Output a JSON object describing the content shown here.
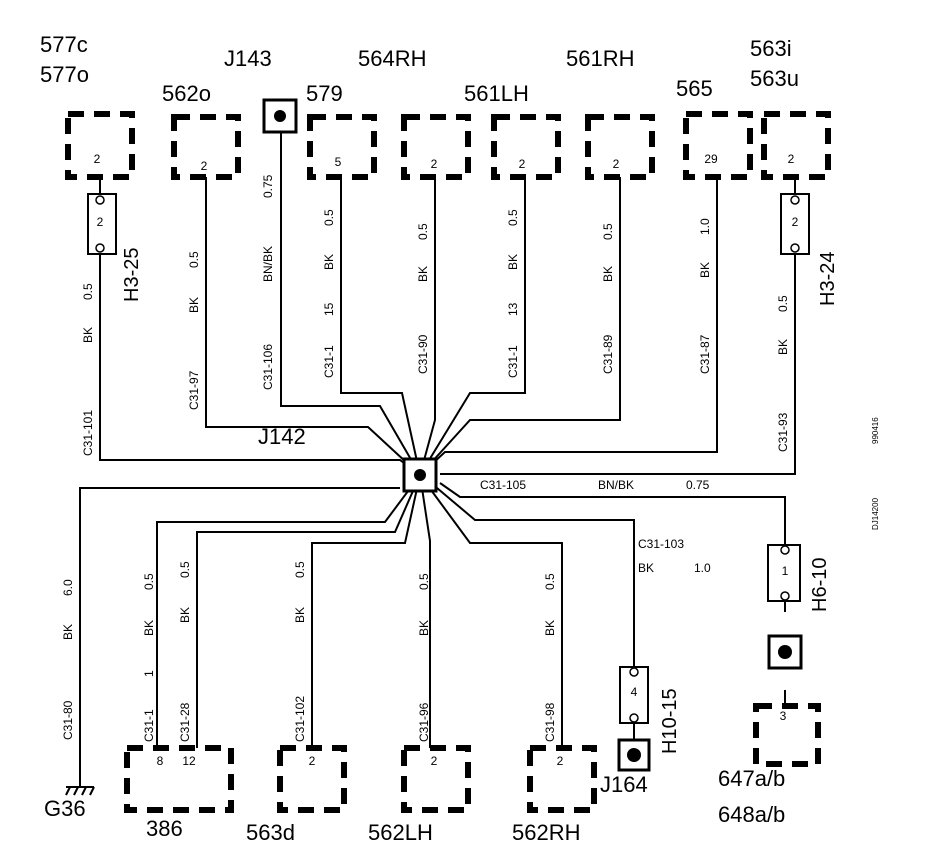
{
  "components": {
    "c577": {
      "line1": "577c",
      "line2": "577o",
      "pin": "2"
    },
    "c562o": {
      "name": "562o",
      "pin": "2"
    },
    "j143": {
      "name": "J143"
    },
    "c579": {
      "name": "579",
      "pin": "5"
    },
    "c564": {
      "name": "564RH",
      "pin": "2"
    },
    "c561lh": {
      "name": "561LH",
      "pin": "2"
    },
    "c561rh": {
      "name": "561RH",
      "pin": "2"
    },
    "c565": {
      "name": "565",
      "pin": "29"
    },
    "c563": {
      "line1": "563i",
      "line2": "563u",
      "pin": "2"
    },
    "c386": {
      "name": "386",
      "pin_a": "8",
      "pin_b": "12"
    },
    "c563d": {
      "name": "563d",
      "pin": "2"
    },
    "c562lh": {
      "name": "562LH",
      "pin": "2"
    },
    "c562rh": {
      "name": "562RH",
      "pin": "2"
    },
    "c647": {
      "line1": "647a/b",
      "line2": "648a/b",
      "pin": "3"
    },
    "j142": {
      "name": "J142"
    },
    "j164": {
      "name": "J164"
    },
    "g36": {
      "name": "G36"
    }
  },
  "fuses": {
    "h3_25": {
      "name": "H3-25",
      "pin": "2"
    },
    "h3_24": {
      "name": "H3-24",
      "pin": "2"
    },
    "h6_10": {
      "name": "H6-10",
      "pin": "1"
    },
    "h10_15": {
      "name": "H10-15",
      "pin": "4"
    }
  },
  "wires": {
    "w101": {
      "size": "0.5",
      "color": "BK",
      "circuit": "C31-101"
    },
    "w97": {
      "size": "0.5",
      "color": "BK",
      "circuit": "C31-97"
    },
    "w106": {
      "size": "0.75",
      "color": "BN/BK",
      "circuit": "C31-106"
    },
    "w579": {
      "size": "0.5",
      "color": "BK",
      "pin": "15",
      "circuit": "C31-1"
    },
    "w90": {
      "size": "0.5",
      "color": "BK",
      "circuit": "C31-90"
    },
    "w561": {
      "size": "0.5",
      "color": "BK",
      "pin": "13",
      "circuit": "C31-1"
    },
    "w89": {
      "size": "0.5",
      "color": "BK",
      "circuit": "C31-89"
    },
    "w87": {
      "size": "1.0",
      "color": "BK",
      "circuit": "C31-87"
    },
    "w93": {
      "size": "0.5",
      "color": "BK",
      "circuit": "C31-93"
    },
    "w105": {
      "circuit": "C31-105",
      "color": "BN/BK",
      "size": "0.75"
    },
    "w103": {
      "circuit": "C31-103",
      "color": "BK",
      "size": "1.0"
    },
    "w80": {
      "size": "6.0",
      "color": "BK",
      "circuit": "C31-80"
    },
    "w386a": {
      "size": "0.5",
      "color": "BK",
      "pin": "1",
      "circuit": "C31-1"
    },
    "w386b": {
      "size": "0.5",
      "color": "BK",
      "circuit": "C31-28"
    },
    "w102": {
      "size": "0.5",
      "color": "BK",
      "circuit": "C31-102"
    },
    "w96": {
      "size": "0.5",
      "color": "BK",
      "circuit": "C31-96"
    },
    "w98": {
      "size": "0.5",
      "color": "BK",
      "circuit": "C31-98"
    }
  },
  "side_codes": {
    "code1": "990416",
    "code2": "DJ14200"
  }
}
